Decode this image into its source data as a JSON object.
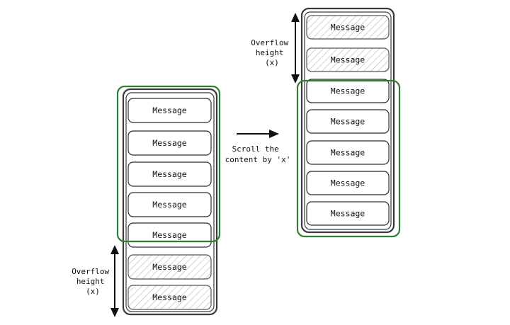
{
  "message_label": "Message",
  "left_panel": {
    "messages": [
      "Message",
      "Message",
      "Message",
      "Message",
      "Message",
      "Message",
      "Message"
    ],
    "overflow_label": [
      "Overflow",
      "height",
      "(x)"
    ]
  },
  "right_panel": {
    "messages": [
      "Message",
      "Message",
      "Message",
      "Message",
      "Message",
      "Message",
      "Message"
    ],
    "overflow_label": [
      "Overflow",
      "height",
      "(x)"
    ]
  },
  "transition": {
    "label": [
      "Scroll the",
      "content by 'x'"
    ]
  },
  "colors": {
    "viewport": "#2e7d32",
    "outline": "#3a3a3a",
    "hatch": "#b0b8bf"
  }
}
